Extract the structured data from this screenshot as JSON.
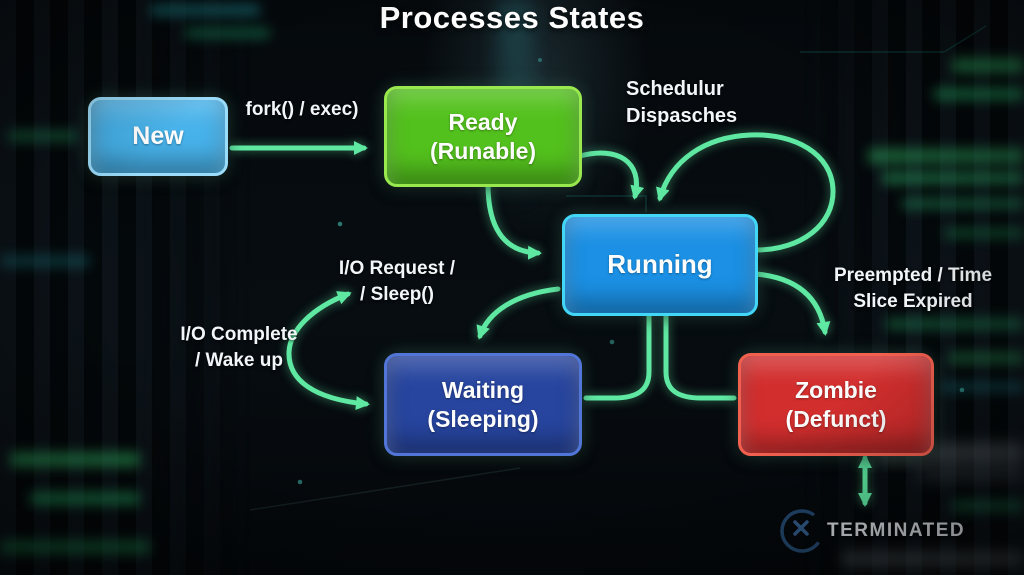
{
  "title": "Processes States",
  "colors": {
    "arrow": "#5fe8a2",
    "background": "#05090c",
    "title_text": "#ffffff",
    "terminated_text": "#d6dadf"
  },
  "diagram": {
    "nodes": [
      {
        "id": "new",
        "label": "New",
        "sublabel": "",
        "fill": "#47b2ea",
        "border": "#9bdcf9"
      },
      {
        "id": "ready",
        "label": "Ready",
        "sublabel": "(Runable)",
        "fill": "#53c11d",
        "border": "#98e84e"
      },
      {
        "id": "running",
        "label": "Running",
        "sublabel": "",
        "fill": "#1b90e4",
        "border": "#43d7f7"
      },
      {
        "id": "waiting",
        "label": "Waiting",
        "sublabel": "(Sleeping)",
        "fill": "#27459f",
        "border": "#5276d8"
      },
      {
        "id": "zombie",
        "label": "Zombie",
        "sublabel": "(Defunct)",
        "fill": "#d32e2e",
        "border": "#f2604f"
      }
    ],
    "edge_labels": {
      "fork": "fork() / exec)",
      "scheduler": "Schedulur\nDispasches",
      "io_request": "I/O Request /\n/ Sleep()",
      "io_complete": "I/O Complete\n/ Wake up",
      "preempted": "Preempted / Time\nSlice Expired",
      "terminated": "TERMINATED"
    }
  }
}
